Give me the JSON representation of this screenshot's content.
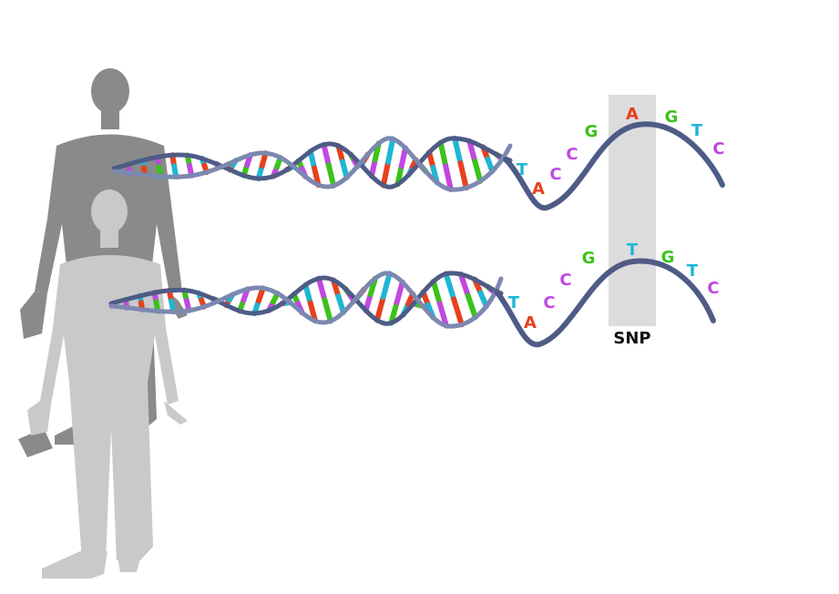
{
  "snp_label": "SNP",
  "colors": {
    "A": "#e8401c",
    "T": "#1fb6d4",
    "G": "#3cc21a",
    "C": "#c148e0",
    "backbone": "#4d5b86",
    "backbone_light": "#7b88b0",
    "snp_band": "#dcdcdc",
    "person_back": "#8a8a8a",
    "person_front": "#c9c9c9"
  },
  "rung_colors": [
    "#e8401c",
    "#3cc21a",
    "#1fb6d4",
    "#c148e0"
  ],
  "strands": [
    {
      "name": "upper",
      "sequence": [
        "T",
        "A",
        "C",
        "C",
        "G",
        "A",
        "G",
        "T",
        "C"
      ]
    },
    {
      "name": "lower",
      "sequence": [
        "T",
        "A",
        "C",
        "C",
        "G",
        "T",
        "G",
        "T",
        "C"
      ]
    }
  ]
}
